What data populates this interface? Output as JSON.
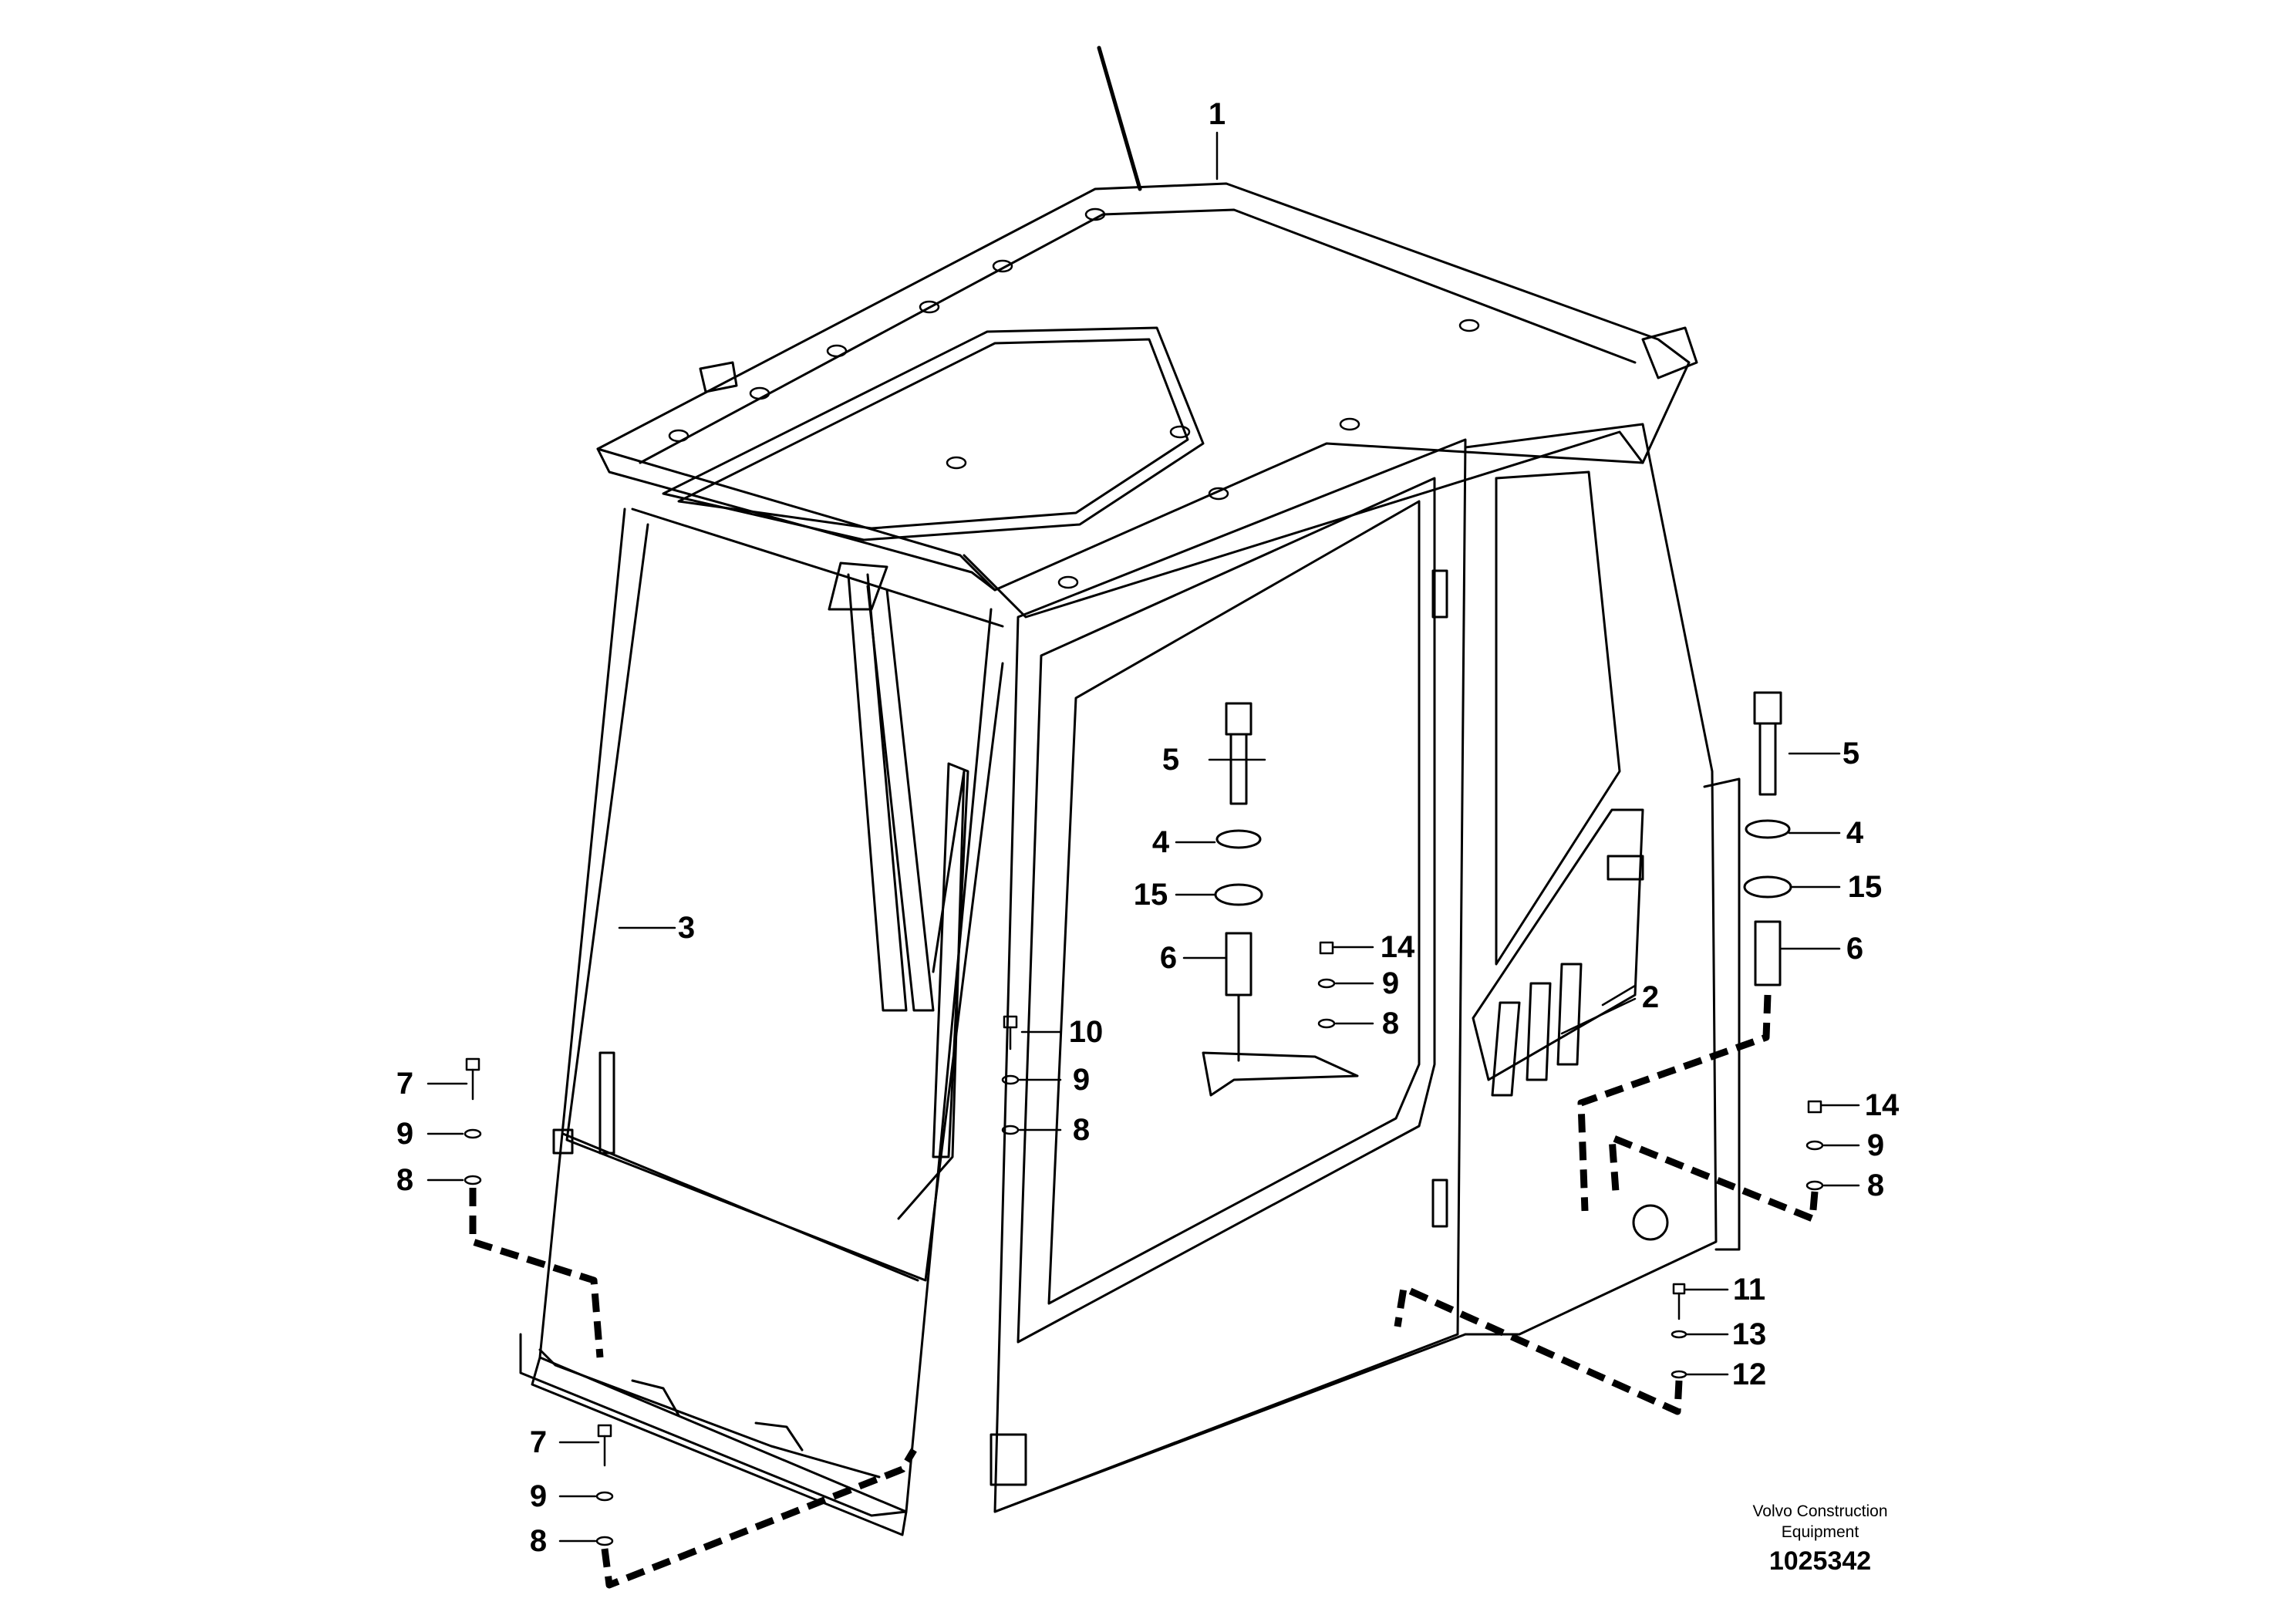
{
  "callouts": [
    {
      "key": "c1",
      "label": "1"
    },
    {
      "key": "c2",
      "label": "2"
    },
    {
      "key": "c3",
      "label": "3"
    },
    {
      "key": "c4a",
      "label": "4"
    },
    {
      "key": "c4b",
      "label": "4"
    },
    {
      "key": "c5a",
      "label": "5"
    },
    {
      "key": "c5b",
      "label": "5"
    },
    {
      "key": "c6a",
      "label": "6"
    },
    {
      "key": "c6b",
      "label": "6"
    },
    {
      "key": "c7a",
      "label": "7"
    },
    {
      "key": "c7b",
      "label": "7"
    },
    {
      "key": "c8a",
      "label": "8"
    },
    {
      "key": "c8b",
      "label": "8"
    },
    {
      "key": "c8c",
      "label": "8"
    },
    {
      "key": "c8d",
      "label": "8"
    },
    {
      "key": "c8e",
      "label": "8"
    },
    {
      "key": "c9a",
      "label": "9"
    },
    {
      "key": "c9b",
      "label": "9"
    },
    {
      "key": "c9c",
      "label": "9"
    },
    {
      "key": "c9d",
      "label": "9"
    },
    {
      "key": "c9e",
      "label": "9"
    },
    {
      "key": "c10",
      "label": "10"
    },
    {
      "key": "c11",
      "label": "11"
    },
    {
      "key": "c12",
      "label": "12"
    },
    {
      "key": "c13",
      "label": "13"
    },
    {
      "key": "c14a",
      "label": "14"
    },
    {
      "key": "c14b",
      "label": "14"
    },
    {
      "key": "c15a",
      "label": "15"
    },
    {
      "key": "c15b",
      "label": "15"
    }
  ],
  "caption": {
    "maker_line1": "Volvo Construction",
    "maker_line2": "Equipment",
    "drawing_number": "1025342"
  }
}
